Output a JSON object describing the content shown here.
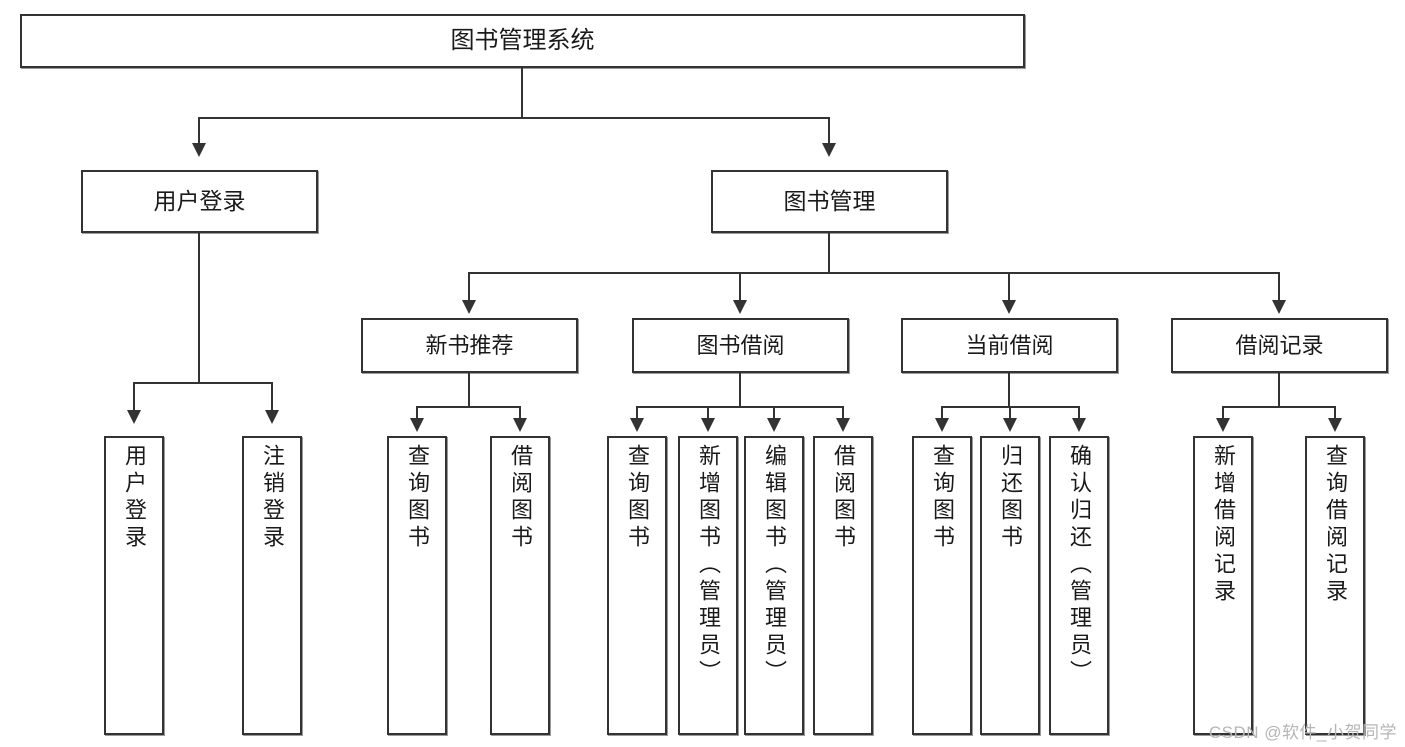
{
  "diagram": {
    "title": "图书管理系统",
    "watermark": "CSDN @软件_小贺同学",
    "root": {
      "label": "图书管理系统"
    },
    "level2": [
      {
        "label": "用户登录"
      },
      {
        "label": "图书管理"
      }
    ],
    "level3": [
      {
        "label": "新书推荐"
      },
      {
        "label": "图书借阅"
      },
      {
        "label": "当前借阅"
      },
      {
        "label": "借阅记录"
      }
    ],
    "leaves": {
      "user_login": [
        {
          "label": "用户登录"
        },
        {
          "label": "注销登录"
        }
      ],
      "new_book_recommend": [
        {
          "label": "查询图书"
        },
        {
          "label": "借阅图书"
        }
      ],
      "book_borrow": [
        {
          "label": "查询图书"
        },
        {
          "label": "新增图书（管理员）"
        },
        {
          "label": "编辑图书（管理员）"
        },
        {
          "label": "借阅图书"
        }
      ],
      "current_borrow": [
        {
          "label": "查询图书"
        },
        {
          "label": "归还图书"
        },
        {
          "label": "确认归还（管理员）"
        }
      ],
      "borrow_record": [
        {
          "label": "新增借阅记录"
        },
        {
          "label": "查询借阅记录"
        }
      ]
    }
  },
  "colors": {
    "box_border": "#333333",
    "box_fill": "#ffffff",
    "connector": "#333333",
    "text": "#1a1a1a",
    "watermark": "#b6b6b6"
  }
}
